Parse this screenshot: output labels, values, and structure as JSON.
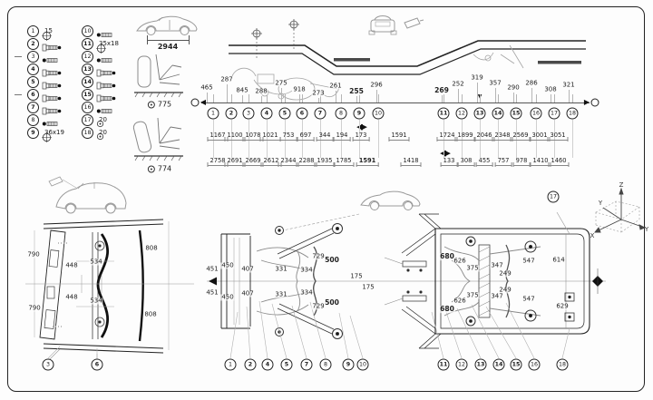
{
  "legend": {
    "items": [
      {
        "num": "1",
        "symbol": "target",
        "label": "15"
      },
      {
        "num": "2",
        "symbol": "bolt",
        "label": ""
      },
      {
        "num": "3",
        "symbol": "screw",
        "label": "",
        "tick": true
      },
      {
        "num": "4",
        "symbol": "bolt",
        "label": ""
      },
      {
        "num": "5",
        "symbol": "bolt",
        "label": ""
      },
      {
        "num": "6",
        "symbol": "bolt",
        "label": "",
        "tick": true
      },
      {
        "num": "7",
        "symbol": "bolt",
        "label": ""
      },
      {
        "num": "8",
        "symbol": "screw",
        "label": ""
      },
      {
        "num": "9",
        "symbol": "target",
        "label": "36x19"
      },
      {
        "num": "10",
        "symbol": "screw",
        "label": ""
      },
      {
        "num": "11",
        "symbol": "target",
        "label": "35x18"
      },
      {
        "num": "12",
        "symbol": "screw",
        "label": ""
      },
      {
        "num": "13",
        "symbol": "bolt",
        "label": ""
      },
      {
        "num": "14",
        "symbol": "bolt",
        "label": ""
      },
      {
        "num": "15",
        "symbol": "bolt",
        "label": ""
      },
      {
        "num": "16",
        "symbol": "screw",
        "label": ""
      },
      {
        "num": "17",
        "symbol": "ring",
        "label": "20"
      },
      {
        "num": "18",
        "symbol": "ring",
        "label": "20"
      }
    ],
    "bold_points": [
      "2",
      "4",
      "5",
      "6",
      "7",
      "9",
      "11",
      "13",
      "14",
      "15"
    ]
  },
  "gauges": {
    "wheelbase": "2944",
    "front_ride": "775",
    "rear_ride": "774"
  },
  "side_view": {
    "points": [
      "1",
      "2",
      "3",
      "4",
      "5",
      "6",
      "7",
      "8",
      "9",
      "10",
      "11",
      "12",
      "13",
      "14",
      "15",
      "16",
      "17",
      "18"
    ],
    "upper_dims": [
      {
        "v": "465"
      },
      {
        "v": "287"
      },
      {
        "v": "845"
      },
      {
        "v": "288"
      },
      {
        "v": "275"
      },
      {
        "v": "918"
      },
      {
        "v": "273"
      },
      {
        "v": "261"
      },
      {
        "v": "255",
        "b": true
      },
      {
        "v": "296"
      },
      {
        "v": "269",
        "b": true
      },
      {
        "v": "252"
      },
      {
        "v": "319"
      },
      {
        "v": "357"
      },
      {
        "v": "290"
      },
      {
        "v": "286"
      },
      {
        "v": "308"
      },
      {
        "v": "321"
      }
    ],
    "chain_row1": [
      "1167",
      "1100",
      "1078",
      "1021",
      "753",
      "697",
      "344",
      "194",
      "173",
      "1591",
      "1724",
      "1899",
      "2046",
      "2348",
      "2569",
      "3001",
      "3051"
    ],
    "chain_row2": [
      "2758",
      "2691",
      "2669",
      "2612",
      "2344",
      "2288",
      "1935",
      "1785",
      {
        "v": "1591",
        "b": true
      },
      "1418",
      "133",
      "308",
      "455",
      "757",
      "978",
      "1410",
      "1460"
    ]
  },
  "front_view": {
    "dims": [
      "790",
      "448",
      "534",
      "808",
      "790",
      "448",
      "534",
      "808"
    ],
    "points": [
      "3",
      "6"
    ]
  },
  "plan_view": {
    "front_dims": [
      {
        "v": "451"
      },
      {
        "v": "450"
      },
      {
        "v": "407"
      },
      {
        "v": "331"
      },
      {
        "v": "334"
      },
      {
        "v": "729"
      },
      {
        "v": "500",
        "b": true
      },
      {
        "v": "175"
      },
      {
        "v": "451"
      },
      {
        "v": "450"
      },
      {
        "v": "407"
      },
      {
        "v": "331"
      },
      {
        "v": "334"
      },
      {
        "v": "729"
      },
      {
        "v": "500",
        "b": true
      },
      {
        "v": "175"
      }
    ],
    "rear_dims": [
      {
        "v": "680",
        "b": true
      },
      {
        "v": "626"
      },
      {
        "v": "375"
      },
      {
        "v": "347"
      },
      {
        "v": "249"
      },
      {
        "v": "547"
      },
      {
        "v": "614"
      },
      {
        "v": "680",
        "b": true
      },
      {
        "v": "626"
      },
      {
        "v": "375"
      },
      {
        "v": "347"
      },
      {
        "v": "249"
      },
      {
        "v": "547"
      },
      {
        "v": "629"
      }
    ],
    "front_points": [
      "1",
      "2",
      "4",
      "5",
      "7",
      "8",
      "9",
      "10"
    ],
    "rear_points": [
      "11",
      "12",
      "13",
      "14",
      "15",
      "16",
      "18"
    ],
    "top_point": "17"
  },
  "axis": {
    "up": "Z",
    "right": "Y",
    "back": "Y",
    "left": "X"
  }
}
